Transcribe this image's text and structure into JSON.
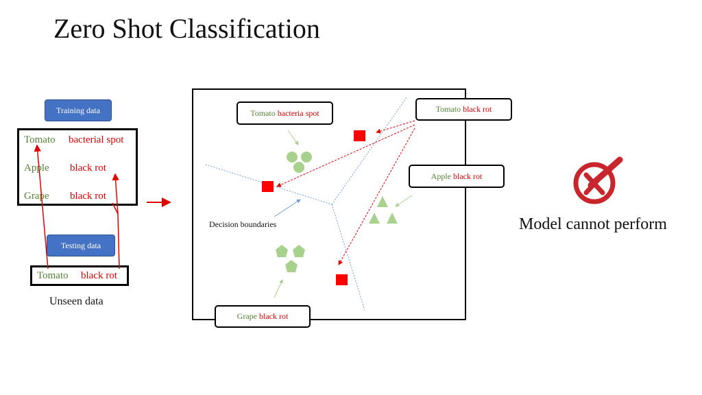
{
  "title": "Zero Shot Classification",
  "left_panel": {
    "training_button": "Training data",
    "training_rows": [
      {
        "crop": "Tomato",
        "disease": "bacterial spot"
      },
      {
        "crop": "Apple",
        "disease": "black rot"
      },
      {
        "crop": "Grape",
        "disease": "black rot"
      }
    ],
    "testing_button": "Testing data",
    "testing_row": {
      "crop": "Tomato",
      "disease": "black rot"
    },
    "unseen_label": "Unseen data"
  },
  "plot": {
    "labels": {
      "tomato_bacteria": {
        "crop": "Tomato",
        "disease": "bacteria spot"
      },
      "tomato_black_rot": {
        "crop": "Tomato",
        "disease": "black rot"
      },
      "apple_black_rot": {
        "crop": "Apple",
        "disease": "black rot"
      },
      "grape_black_rot": {
        "crop": "Grape",
        "disease": "black rot"
      }
    },
    "decision_label": "Decision boundaries"
  },
  "result": {
    "icon": "reject-check-icon",
    "text": "Model cannot perform",
    "icon_color": "#c9252c"
  },
  "colors": {
    "green_text": "#548235",
    "red_text": "#e00000",
    "shape_green": "#a9d18e",
    "square_red": "#ff0000",
    "button_blue": "#4472c4"
  }
}
